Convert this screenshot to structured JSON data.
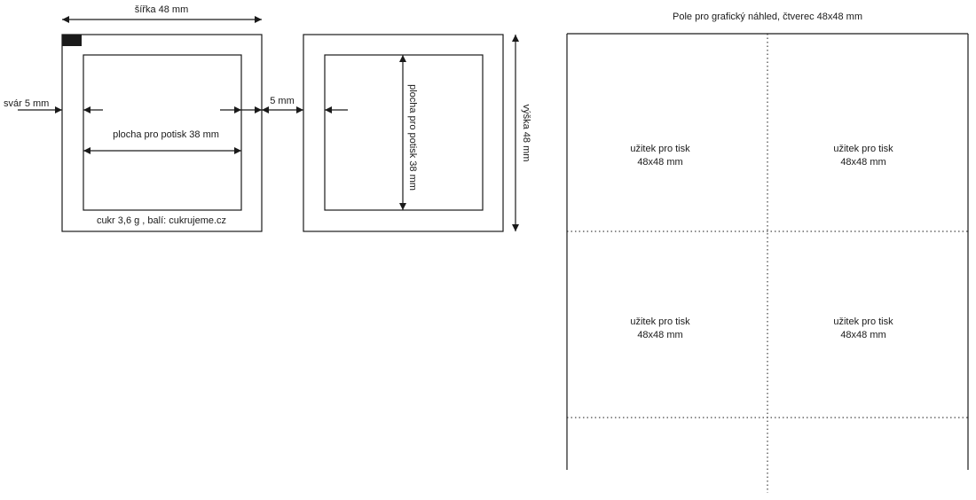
{
  "left_diagram": {
    "width_label": "šířka 48 mm",
    "seam_label": "svár 5 mm",
    "print_area_label": "plocha pro potisk 38 mm",
    "footer_label": "cukr 3,6 g , balí: cukrujeme.cz"
  },
  "middle_diagram": {
    "gap_label": "5 mm",
    "print_area_label": "plocha pro potisk 38 mm",
    "height_label": "výška 48 mm"
  },
  "preview_panel": {
    "title": "Pole pro grafický náhled, čtverec 48x48 mm",
    "cells": [
      {
        "line1": "užitek pro tisk",
        "line2": "48x48 mm"
      },
      {
        "line1": "užitek pro tisk",
        "line2": "48x48 mm"
      },
      {
        "line1": "užitek pro tisk",
        "line2": "48x48 mm"
      },
      {
        "line1": "užitek pro tisk",
        "line2": "48x48 mm"
      }
    ]
  },
  "colors": {
    "stroke": "#1a1a1a",
    "marker": "#1a1a1a"
  }
}
